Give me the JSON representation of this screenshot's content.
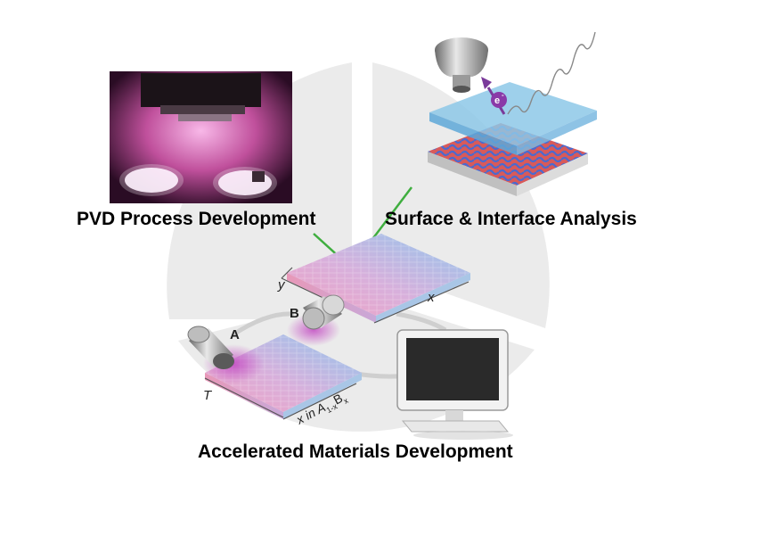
{
  "labels": {
    "pvd": "PVD Process Development",
    "surface": "Surface & Interface Analysis",
    "accelerated": "Accelerated Materials Development"
  },
  "axes": {
    "top_x": "x",
    "top_y": "y",
    "bottom_t": "T",
    "bottom_x": "x in A",
    "bottom_x_sub1": "1-x",
    "bottom_x_b": "B",
    "bottom_x_sub2": "x"
  },
  "sources": {
    "a": "A",
    "b": "B"
  },
  "electron": {
    "symbol": "e",
    "charge": "-"
  },
  "colors": {
    "segment_gray": "#ebebeb",
    "magenta_beam": "#c858c8",
    "laser_green": "#3fae3f",
    "film_blue": "#8dc8e8",
    "substrate_red": "#d85a5a",
    "wafer_pink": "#f2a0c0",
    "wafer_blue": "#9cc8ec"
  }
}
